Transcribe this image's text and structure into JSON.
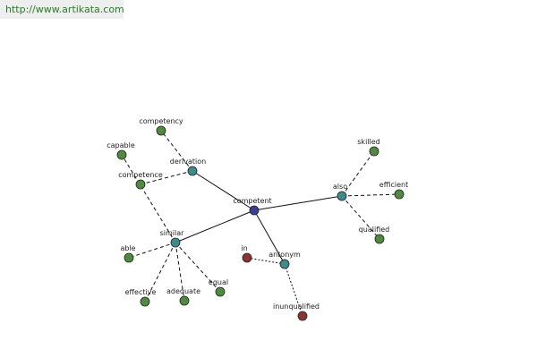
{
  "site_url": "http://www.artikata.com",
  "colors": {
    "center": "#3b3f8f",
    "relation": "#3f8a8a",
    "synonym": "#4f8a3f",
    "antonym_word": "#8a3434",
    "edge": "#111111"
  },
  "nodes": [
    {
      "id": "competent",
      "label": "competent",
      "kind": "center"
    },
    {
      "id": "derivation",
      "label": "derivation",
      "kind": "relation"
    },
    {
      "id": "also",
      "label": "also",
      "kind": "relation"
    },
    {
      "id": "similar",
      "label": "similar",
      "kind": "relation"
    },
    {
      "id": "antonym",
      "label": "antonym",
      "kind": "relation"
    },
    {
      "id": "competency",
      "label": "competency",
      "kind": "synonym"
    },
    {
      "id": "competence",
      "label": "competence",
      "kind": "synonym"
    },
    {
      "id": "capable",
      "label": "capable",
      "kind": "synonym"
    },
    {
      "id": "skilled",
      "label": "skilled",
      "kind": "synonym"
    },
    {
      "id": "efficient",
      "label": "efficient",
      "kind": "synonym"
    },
    {
      "id": "qualified",
      "label": "qualified",
      "kind": "synonym"
    },
    {
      "id": "able",
      "label": "able",
      "kind": "synonym"
    },
    {
      "id": "effective",
      "label": "effective",
      "kind": "synonym"
    },
    {
      "id": "adequate",
      "label": "adequate",
      "kind": "synonym"
    },
    {
      "id": "equal",
      "label": "equal",
      "kind": "synonym"
    },
    {
      "id": "in",
      "label": "in",
      "kind": "antonym_word"
    },
    {
      "id": "inunqualified",
      "label": "inunqualified",
      "kind": "antonym_word"
    }
  ],
  "edges": [
    {
      "from": "competent",
      "to": "derivation",
      "style": "solid"
    },
    {
      "from": "competent",
      "to": "also",
      "style": "solid"
    },
    {
      "from": "competent",
      "to": "similar",
      "style": "solid"
    },
    {
      "from": "competent",
      "to": "antonym",
      "style": "solid"
    },
    {
      "from": "derivation",
      "to": "competency",
      "style": "dashed"
    },
    {
      "from": "derivation",
      "to": "competence",
      "style": "dashed"
    },
    {
      "from": "also",
      "to": "skilled",
      "style": "dashed"
    },
    {
      "from": "also",
      "to": "efficient",
      "style": "dashed"
    },
    {
      "from": "also",
      "to": "qualified",
      "style": "dashed"
    },
    {
      "from": "similar",
      "to": "capable",
      "style": "dashed"
    },
    {
      "from": "similar",
      "to": "able",
      "style": "dashed"
    },
    {
      "from": "similar",
      "to": "effective",
      "style": "dashed"
    },
    {
      "from": "similar",
      "to": "adequate",
      "style": "dashed"
    },
    {
      "from": "similar",
      "to": "equal",
      "style": "dashed"
    },
    {
      "from": "antonym",
      "to": "in",
      "style": "dotted"
    },
    {
      "from": "antonym",
      "to": "inunqualified",
      "style": "dotted"
    }
  ]
}
